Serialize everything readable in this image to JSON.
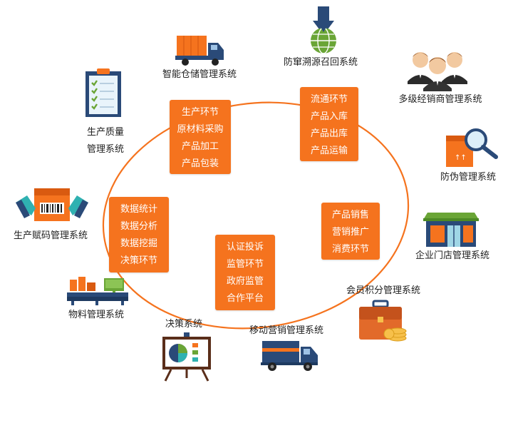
{
  "colors": {
    "accent": "#f5731e",
    "navy": "#2a4a78",
    "green": "#6aa536",
    "teal": "#2fb1b1"
  },
  "boxes": {
    "production": [
      "生产环节",
      "原材料采购",
      "产品加工",
      "产品包装"
    ],
    "circulation": [
      "流通环节",
      "产品入库",
      "产品出库",
      "产品运输"
    ],
    "sales": [
      "产品销售",
      "营销推广",
      "消费环节"
    ],
    "decision": [
      "数据统计",
      "数据分析",
      "数据挖掘",
      "决策环节"
    ],
    "regulation": [
      "认证投诉",
      "监管环节",
      "政府监管",
      "合作平台"
    ]
  },
  "systems": {
    "warehouse": "智能仓储管理系统",
    "recall": "防窜溯源召回系统",
    "dealer": "多级经销商管理系统",
    "quality_line1": "生产质量",
    "quality_line2": "管理系统",
    "anticounterfeit": "防伪管理系统",
    "coding": "生产赋码管理系统",
    "store": "企业门店管理系统",
    "material": "物料管理系统",
    "points": "会员积分管理系统",
    "decision": "决策系统",
    "mobile": "移动营销管理系统"
  },
  "icons": {
    "warehouse": "truck-icon",
    "recall": "globe-pin-icon",
    "dealer": "people-icon",
    "quality": "clipboard-icon",
    "anticounterfeit": "magnifier-box-icon",
    "coding": "barcode-box-icon",
    "store": "store-icon",
    "material": "conveyor-icon",
    "points": "briefcase-coins-icon",
    "decision": "easel-chart-icon",
    "mobile": "delivery-truck-icon"
  }
}
